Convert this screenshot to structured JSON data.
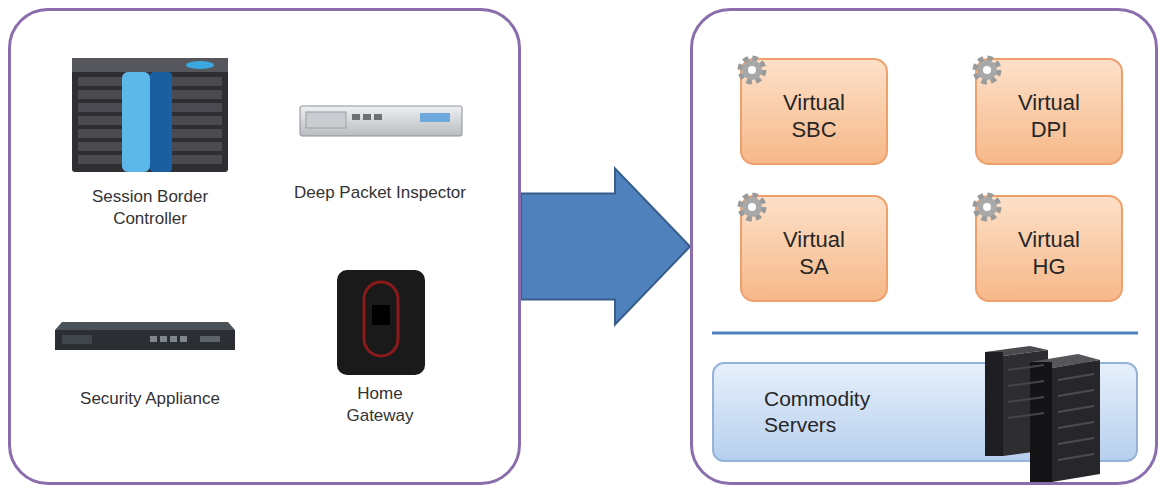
{
  "diagram": {
    "nodes": [
      {
        "text": [
          "Session Border Controller",
          "Deep Packet Inspector",
          "Security Appliance",
          "Home Gateway"
        ]
      },
      {
        "text": []
      },
      {
        "text": [
          "Virtual SBC"
        ],
        "in": 1
      },
      {
        "text": [
          "Virtual DPI"
        ],
        "in": 1
      },
      {
        "text": [
          "Virtual SA"
        ],
        "in": 1
      },
      {
        "text": [
          "Virtual HG"
        ],
        "in": 1
      },
      {
        "text": [
          "Commodity Servers"
        ],
        "in": 1
      }
    ],
    "edges": [
      {
        "from": 0,
        "to": 1,
        "arrow": "to"
      }
    ]
  }
}
